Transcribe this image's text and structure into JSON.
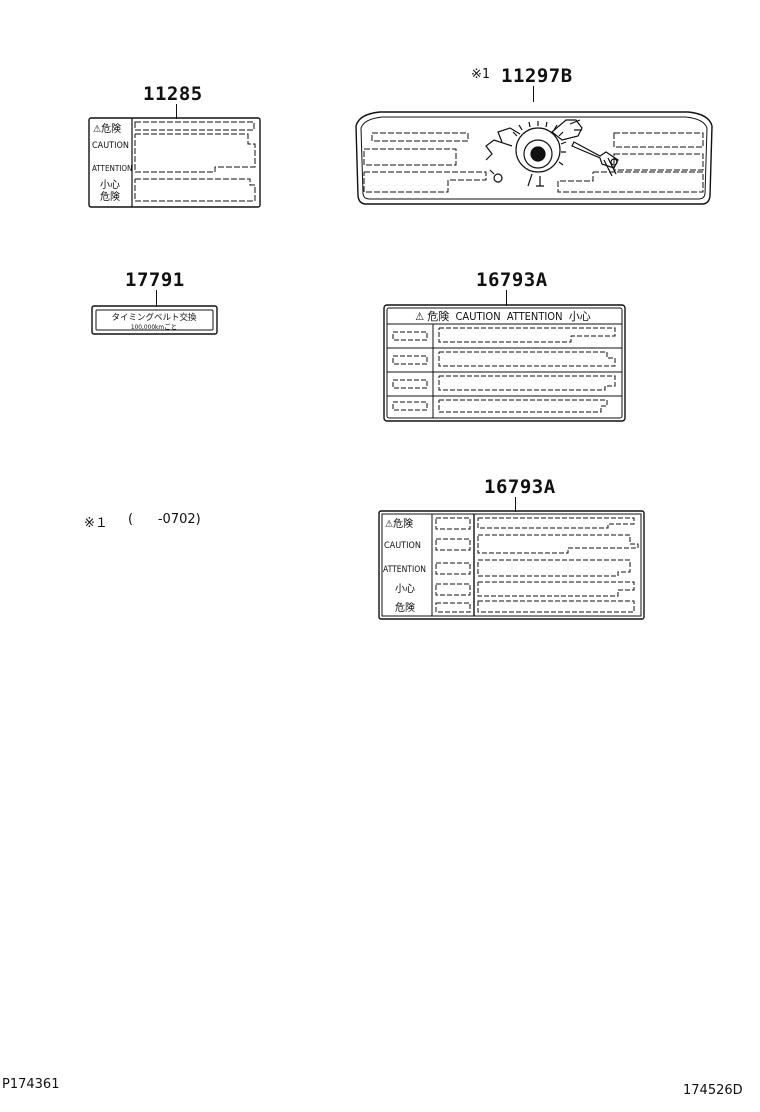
{
  "parts": [
    {
      "part_number": "11285",
      "marker": ""
    },
    {
      "part_number": "11297B",
      "marker": "※1"
    },
    {
      "part_number": "17791",
      "marker": ""
    },
    {
      "part_number": "16793A",
      "marker": ""
    },
    {
      "part_number": "16793A",
      "marker": ""
    }
  ],
  "labels": {
    "label_11285": {
      "row1": "⚠危険",
      "row2": "CAUTION",
      "row3": "ATTENTION",
      "row4a": "小心",
      "row4b": "危険"
    },
    "label_17791": {
      "line1": "タイミングベルト交換",
      "line2": "100,000kmごと"
    },
    "label_16793A_top": {
      "header": "⚠ 危険  CAUTION  ATTENTION  小心"
    },
    "label_16793A_bottom": {
      "row1": "⚠危険",
      "row2": "CAUTION",
      "row3": "ATTENTION",
      "row4": "小心",
      "row5": "危険"
    }
  },
  "footnote": {
    "marker": "※１",
    "range": "(      -0702)"
  },
  "codes": {
    "left": "P174361",
    "right": "174526D"
  }
}
